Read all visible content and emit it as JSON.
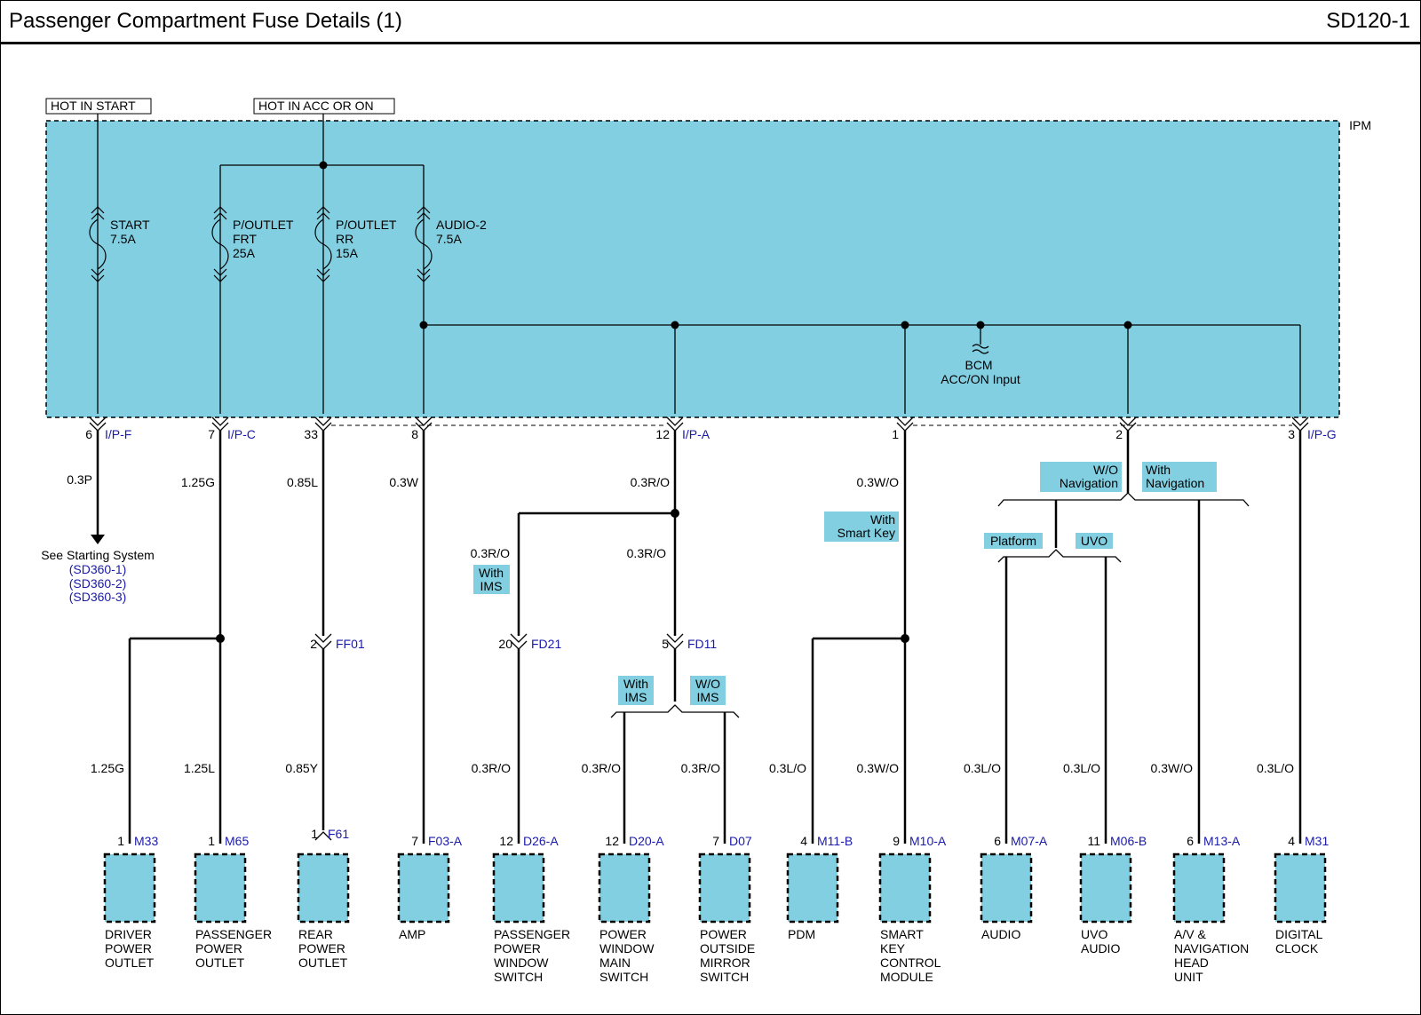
{
  "header": {
    "title": "Passenger Compartment Fuse Details (1)",
    "code": "SD120-1"
  },
  "colors": {
    "module_fill": "#82cfe2",
    "link_color": "#1a1aaa",
    "wire": "#000000"
  },
  "power_sources": {
    "hot_start": "HOT IN START",
    "hot_acc": "HOT IN ACC OR ON"
  },
  "ipm": {
    "label": "IPM"
  },
  "fuses": {
    "start": [
      "START",
      "7.5A"
    ],
    "pfrt": [
      "P/OUTLET",
      "FRT",
      "25A"
    ],
    "prr": [
      "P/OUTLET",
      "RR",
      "15A"
    ],
    "audio2": [
      "AUDIO-2",
      "7.5A"
    ]
  },
  "bcm": {
    "line1": "BCM",
    "line2": "ACC/ON Input"
  },
  "connectors": {
    "c1": {
      "pin": "6",
      "name": "I/P-F"
    },
    "c2": {
      "pin": "7",
      "name": "I/P-C"
    },
    "c3": {
      "pin": "33"
    },
    "c4": {
      "pin": "8"
    },
    "c5": {
      "pin": "12",
      "name": "I/P-A"
    },
    "c6": {
      "pin": "1"
    },
    "c7": {
      "pin": "2"
    },
    "c8": {
      "pin": "3",
      "name": "I/P-G"
    }
  },
  "wires": {
    "w_start": "0.3P",
    "w_pfrt": "1.25G",
    "w_prr": "0.85L",
    "w_amp": "0.3W",
    "w_a": "0.3R/O",
    "w_a_left": "0.3R/O",
    "w_a_right": "0.3R/O",
    "w_sk": "0.3W/O",
    "b_drv": "1.25G",
    "b_pas": "1.25L",
    "b_rear": "0.85Y",
    "b_pws": "0.3R/O",
    "b_pwm": "0.3R/O",
    "b_pom": "0.3R/O",
    "b_pdm": "0.3L/O",
    "b_skm": "0.3W/O",
    "b_audio": "0.3L/O",
    "b_uvo": "0.3L/O",
    "b_avn": "0.3W/O",
    "b_clock": "0.3L/O"
  },
  "starting_ref": {
    "text": "See Starting System",
    "links": [
      "(SD360-1)",
      "(SD360-2)",
      "(SD360-3)"
    ]
  },
  "inline_connectors": {
    "ff01": {
      "pin": "2",
      "name": "FF01"
    },
    "fd21": {
      "pin": "20",
      "name": "FD21"
    },
    "fd11": {
      "pin": "5",
      "name": "FD11"
    }
  },
  "option_tags": {
    "with_ims_1": [
      "With",
      "IMS"
    ],
    "with_ims_2": [
      "With",
      "IMS"
    ],
    "wo_ims": [
      "W/O",
      "IMS"
    ],
    "with_smart_key": [
      "With",
      "Smart Key"
    ],
    "wo_nav": [
      "W/O",
      "Navigation"
    ],
    "with_nav": [
      "With",
      "Navigation"
    ],
    "platform": [
      "Platform"
    ],
    "uvo": [
      "UVO"
    ]
  },
  "modules": [
    {
      "pin": "1",
      "conn": "M33",
      "lines": [
        "DRIVER",
        "POWER",
        "OUTLET"
      ]
    },
    {
      "pin": "1",
      "conn": "M65",
      "lines": [
        "PASSENGER",
        "POWER",
        "OUTLET"
      ]
    },
    {
      "pin": "1",
      "conn": "F61",
      "lines": [
        "REAR",
        "POWER",
        "OUTLET"
      ]
    },
    {
      "pin": "7",
      "conn": "F03-A",
      "lines": [
        "AMP"
      ]
    },
    {
      "pin": "12",
      "conn": "D26-A",
      "lines": [
        "PASSENGER",
        "POWER",
        "WINDOW",
        "SWITCH"
      ]
    },
    {
      "pin": "12",
      "conn": "D20-A",
      "lines": [
        "POWER",
        "WINDOW",
        "MAIN",
        "SWITCH"
      ]
    },
    {
      "pin": "7",
      "conn": "D07",
      "lines": [
        "POWER",
        "OUTSIDE",
        "MIRROR",
        "SWITCH"
      ]
    },
    {
      "pin": "4",
      "conn": "M11-B",
      "lines": [
        "PDM"
      ]
    },
    {
      "pin": "9",
      "conn": "M10-A",
      "lines": [
        "SMART",
        "KEY",
        "CONTROL",
        "MODULE"
      ]
    },
    {
      "pin": "6",
      "conn": "M07-A",
      "lines": [
        "AUDIO"
      ]
    },
    {
      "pin": "11",
      "conn": "M06-B",
      "lines": [
        "UVO",
        "AUDIO"
      ]
    },
    {
      "pin": "6",
      "conn": "M13-A",
      "lines": [
        "A/V &",
        "NAVIGATION",
        "HEAD",
        "UNIT"
      ]
    },
    {
      "pin": "4",
      "conn": "M31",
      "lines": [
        "DIGITAL",
        "CLOCK"
      ]
    }
  ]
}
